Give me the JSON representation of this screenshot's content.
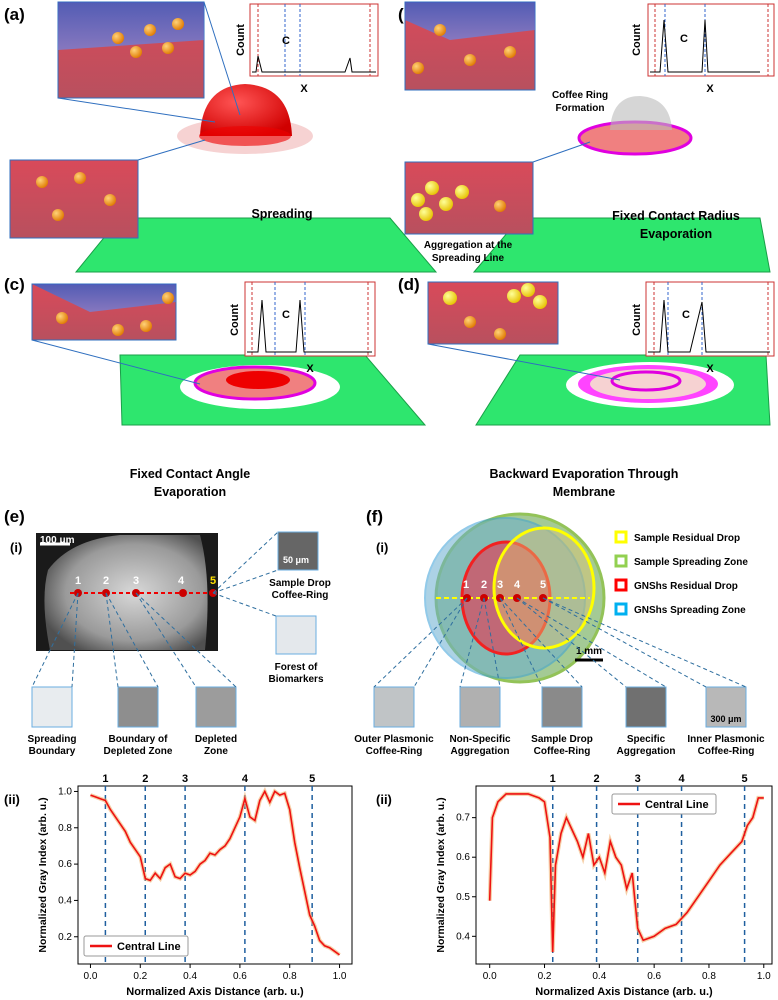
{
  "panels": {
    "a": {
      "letter": "(a)",
      "caption": "Spreading",
      "plot_ylabel": "Count",
      "plot_xlabel": "X",
      "plot_center": "C"
    },
    "b": {
      "letter": "(b)",
      "caption_line1": "Fixed Contact Radius",
      "caption_line2": "Evaporation",
      "plot_ylabel": "Count",
      "plot_xlabel": "X",
      "plot_center": "C",
      "note_line1": "Coffee Ring",
      "note_line2": "Formation",
      "inset_note_line1": "Aggregation at the",
      "inset_note_line2": "Spreading Line"
    },
    "c": {
      "letter": "(c)",
      "caption_line1": "Fixed Contact Angle",
      "caption_line2": "Evaporation",
      "plot_ylabel": "Count",
      "plot_xlabel": "X",
      "plot_center": "C"
    },
    "d": {
      "letter": "(d)",
      "caption_line1": "Backward Evaporation Through",
      "caption_line2": "Membrane",
      "plot_ylabel": "Count",
      "plot_xlabel": "X",
      "plot_center": "C"
    },
    "e": {
      "letter": "(e)",
      "sub_i": "(i)",
      "sub_ii": "(ii)",
      "scalebar": "100 μm",
      "points": [
        "1",
        "2",
        "3",
        "4",
        "5"
      ],
      "inset_scalebar": "50 μm",
      "right_insets": [
        {
          "line1": "Sample Drop",
          "line2": "Coffee-Ring"
        },
        {
          "line1": "Forest of",
          "line2": "Biomarkers"
        }
      ],
      "bottom_insets": [
        {
          "line1": "Spreading",
          "line2": "Boundary"
        },
        {
          "line1": "Boundary of",
          "line2": "Depleted Zone"
        },
        {
          "line1": "Depleted",
          "line2": "Zone"
        }
      ]
    },
    "f": {
      "letter": "(f)",
      "sub_i": "(i)",
      "sub_ii": "(ii)",
      "scalebar": "1 mm",
      "inset_scalebar": "300 μm",
      "points": [
        "1",
        "2",
        "3",
        "4",
        "5"
      ],
      "legend": [
        {
          "label": "Sample Residual Drop",
          "color": "#ffff00"
        },
        {
          "label": "Sample Spreading Zone",
          "color": "#92d050"
        },
        {
          "label": "GNShs Residual Drop",
          "color": "#ff0000"
        },
        {
          "label": "GNShs Spreading Zone",
          "color": "#00b0f0"
        }
      ],
      "bottom_insets": [
        {
          "line1": "Outer Plasmonic",
          "line2": "Coffee-Ring"
        },
        {
          "line1": "Non-Specific",
          "line2": "Aggregation"
        },
        {
          "line1": "Sample Drop",
          "line2": "Coffee-Ring"
        },
        {
          "line1": "Specific",
          "line2": "Aggregation"
        },
        {
          "line1": "Inner Plasmonic",
          "line2": "Coffee-Ring"
        }
      ]
    }
  },
  "chart_data": [
    {
      "type": "line",
      "panel": "e(ii)",
      "xlabel": "Normalized Axis Distance (arb. u.)",
      "ylabel": "Normalized Gray Index (arb. u.)",
      "xlim": [
        -0.05,
        1.05
      ],
      "ylim": [
        0.05,
        1.03
      ],
      "xticks": [
        "0.0",
        "0.2",
        "0.4",
        "0.6",
        "0.8",
        "1.0"
      ],
      "yticks": [
        "0.2",
        "0.4",
        "0.6",
        "0.8",
        "1.0"
      ],
      "legend": "bottom-left",
      "markers": [
        {
          "label": "1",
          "x": 0.06
        },
        {
          "label": "2",
          "x": 0.22
        },
        {
          "label": "3",
          "x": 0.38
        },
        {
          "label": "4",
          "x": 0.62
        },
        {
          "label": "5",
          "x": 0.89
        }
      ],
      "series": [
        {
          "name": "Central Line",
          "color": "#ee1111",
          "x": [
            0.0,
            0.02,
            0.04,
            0.06,
            0.08,
            0.1,
            0.12,
            0.14,
            0.16,
            0.18,
            0.2,
            0.22,
            0.24,
            0.26,
            0.28,
            0.3,
            0.32,
            0.34,
            0.36,
            0.38,
            0.4,
            0.42,
            0.44,
            0.46,
            0.48,
            0.5,
            0.52,
            0.54,
            0.56,
            0.58,
            0.6,
            0.62,
            0.64,
            0.66,
            0.68,
            0.7,
            0.72,
            0.74,
            0.76,
            0.78,
            0.8,
            0.82,
            0.84,
            0.86,
            0.88,
            0.9,
            0.92,
            0.94,
            0.96,
            0.98,
            1.0
          ],
          "y": [
            0.98,
            0.97,
            0.96,
            0.95,
            0.9,
            0.86,
            0.82,
            0.78,
            0.72,
            0.68,
            0.64,
            0.52,
            0.51,
            0.55,
            0.52,
            0.58,
            0.6,
            0.53,
            0.52,
            0.55,
            0.54,
            0.56,
            0.6,
            0.62,
            0.66,
            0.65,
            0.68,
            0.7,
            0.74,
            0.8,
            0.86,
            0.96,
            0.86,
            0.84,
            0.95,
            1.0,
            0.94,
            1.0,
            0.98,
            0.99,
            0.9,
            0.72,
            0.58,
            0.45,
            0.32,
            0.26,
            0.18,
            0.15,
            0.14,
            0.12,
            0.1
          ]
        }
      ]
    },
    {
      "type": "line",
      "panel": "f(ii)",
      "xlabel": "Normalized Axis Distance (arb. u.)",
      "ylabel": "Normalized Gray Index (arb. u.)",
      "xlim": [
        -0.05,
        1.03
      ],
      "ylim": [
        0.33,
        0.78
      ],
      "xticks": [
        "0.0",
        "0.2",
        "0.4",
        "0.6",
        "0.8",
        "1.0"
      ],
      "yticks": [
        "0.4",
        "0.5",
        "0.6",
        "0.7"
      ],
      "legend": "top-right",
      "markers": [
        {
          "label": "1",
          "x": 0.23
        },
        {
          "label": "2",
          "x": 0.39
        },
        {
          "label": "3",
          "x": 0.54
        },
        {
          "label": "4",
          "x": 0.7
        },
        {
          "label": "5",
          "x": 0.93
        }
      ],
      "series": [
        {
          "name": "Central Line",
          "color": "#ee1111",
          "x": [
            0.0,
            0.01,
            0.03,
            0.06,
            0.1,
            0.14,
            0.18,
            0.2,
            0.22,
            0.23,
            0.24,
            0.26,
            0.28,
            0.3,
            0.32,
            0.34,
            0.36,
            0.38,
            0.4,
            0.42,
            0.44,
            0.46,
            0.48,
            0.5,
            0.52,
            0.54,
            0.56,
            0.6,
            0.64,
            0.68,
            0.72,
            0.76,
            0.8,
            0.84,
            0.88,
            0.92,
            0.94,
            0.96,
            0.98,
            1.0
          ],
          "y": [
            0.49,
            0.7,
            0.74,
            0.76,
            0.76,
            0.76,
            0.75,
            0.74,
            0.65,
            0.36,
            0.58,
            0.66,
            0.7,
            0.67,
            0.64,
            0.6,
            0.66,
            0.58,
            0.6,
            0.56,
            0.64,
            0.6,
            0.58,
            0.52,
            0.56,
            0.42,
            0.39,
            0.4,
            0.42,
            0.43,
            0.46,
            0.5,
            0.54,
            0.58,
            0.61,
            0.64,
            0.68,
            0.7,
            0.75,
            0.75
          ]
        }
      ]
    }
  ]
}
